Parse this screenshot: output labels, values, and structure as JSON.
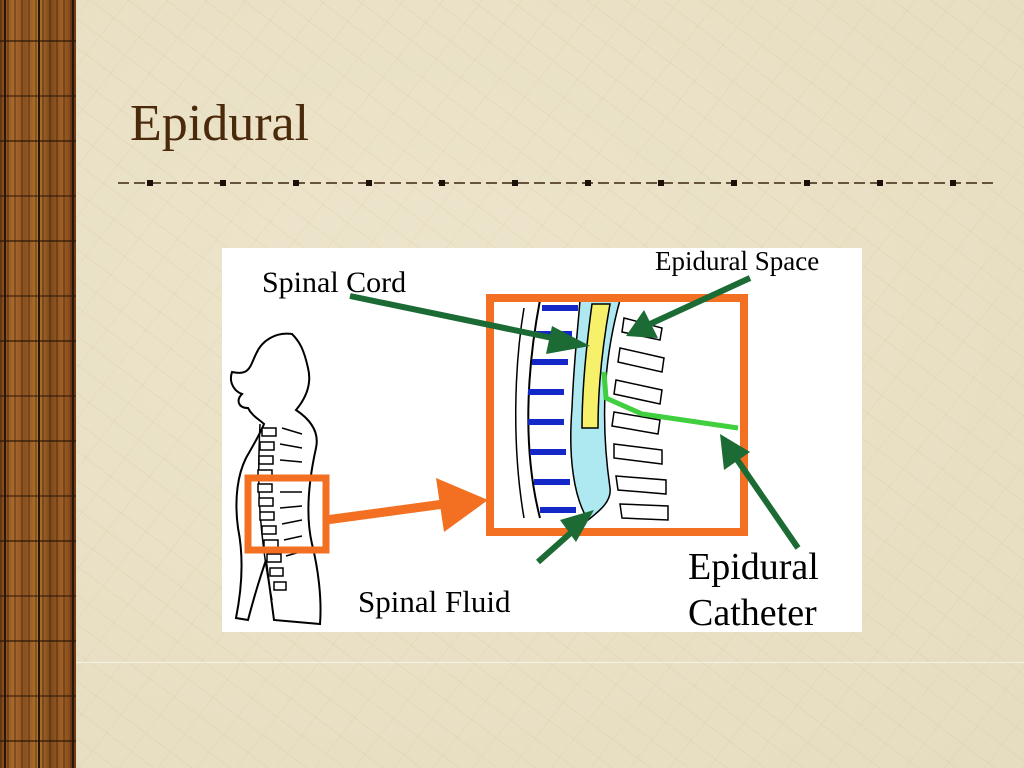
{
  "slide": {
    "title": "Epidural"
  },
  "diagram": {
    "labels": {
      "spinal_cord": "Spinal Cord",
      "epidural_space": "Epidural Space",
      "spinal_fluid": "Spinal Fluid",
      "epidural_catheter_line1": "Epidural",
      "epidural_catheter_line2": "Catheter"
    },
    "colors": {
      "highlight_box": "#f36f21",
      "pointer_arrow": "#1c6b35",
      "catheter": "#3fcf3f",
      "spinal_cord": "#f6f06a",
      "spinal_fluid": "#aee8f0",
      "vertebra_marks": "#1428c8"
    }
  }
}
